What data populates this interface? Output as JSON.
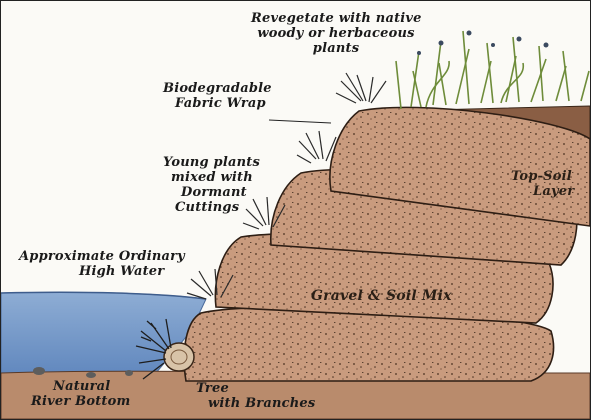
{
  "labels": {
    "revegetate_1": "Revegetate with native",
    "revegetate_2": "woody or herbaceous",
    "revegetate_3": "plants",
    "fabric_1": "Biodegradable",
    "fabric_2": "Fabric Wrap",
    "young_1": "Young plants",
    "young_2": "mixed with",
    "young_3": "Dormant",
    "young_4": "Cuttings",
    "water_1": "Approximate Ordinary",
    "water_2": "High Water",
    "top_soil_1": "Top-Soil",
    "top_soil_2": "Layer",
    "gravel": "Gravel & Soil Mix",
    "river_1": "Natural",
    "river_2": "River Bottom",
    "tree_1": "Tree",
    "tree_2": "with Branches"
  },
  "colors": {
    "water": "#7d9ec9",
    "soil_lift": "#c89a7d",
    "soil_dark": "#6b4a35",
    "river_bottom": "#b98b6c",
    "grass": "#7c9a45",
    "top_soil": "#8a5e44"
  }
}
